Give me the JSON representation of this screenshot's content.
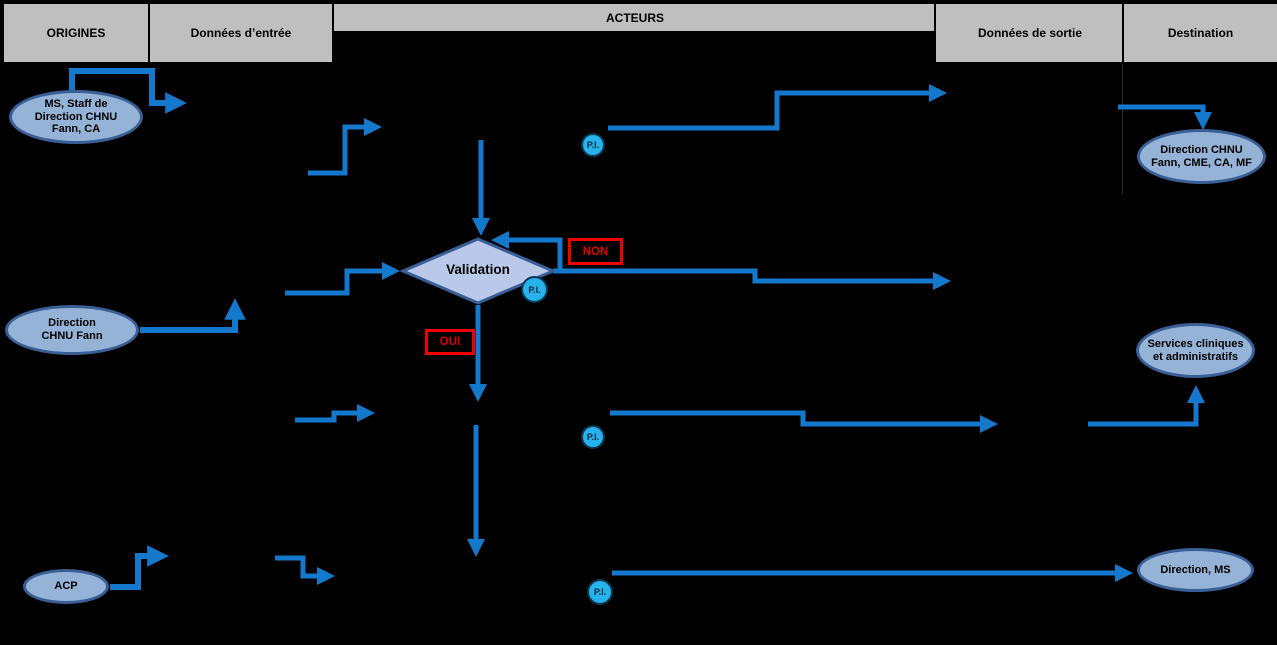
{
  "header": {
    "columns": [
      {
        "label": "ORIGINES"
      },
      {
        "label": "Données d’entrée"
      },
      {
        "label": "ACTEURS"
      },
      {
        "label": "Données de sortie"
      },
      {
        "label": "Destination"
      }
    ]
  },
  "origins": [
    {
      "label": "MS, Staff de Direction CHNU Fann, CA"
    },
    {
      "label": "Direction CHNU Fann"
    },
    {
      "label": "ACP"
    }
  ],
  "destinations": [
    {
      "label": "Direction CHNU Fann, CME, CA, MF"
    },
    {
      "label": "Services cliniques et administratifs"
    },
    {
      "label": "Direction, MS"
    }
  ],
  "decision": {
    "label": "Validation",
    "no_label": "NON",
    "yes_label": "OUI"
  },
  "annotations": {
    "pi": "P.I."
  },
  "colors": {
    "background": "#000000",
    "header_fill": "#bfbfbf",
    "node_fill": "#95b3d7",
    "node_border": "#3a5f96",
    "diamond_fill": "#bac9e9",
    "arrow_blue": "#1478cc",
    "pi_fill": "#26b2ea",
    "alert_red": "#e00000"
  }
}
